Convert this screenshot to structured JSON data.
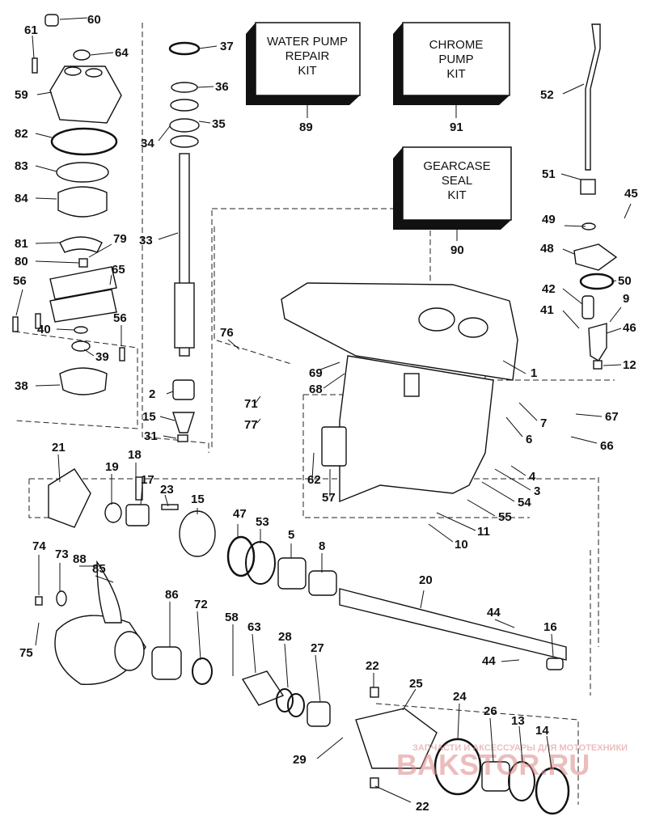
{
  "kits": [
    {
      "id": "water_pump",
      "lines": [
        "WATER PUMP",
        "REPAIR",
        "KIT"
      ],
      "number": "89"
    },
    {
      "id": "chrome_pump",
      "lines": [
        "CHROME",
        "PUMP",
        "KIT"
      ],
      "number": "91"
    },
    {
      "id": "gearcase_seal",
      "lines": [
        "GEARCASE",
        "SEAL",
        "KIT"
      ],
      "number": "90"
    }
  ],
  "part_numbers": [
    "60",
    "61",
    "64",
    "59",
    "82",
    "83",
    "84",
    "81",
    "79",
    "80",
    "65",
    "56",
    "40",
    "39",
    "56",
    "38",
    "37",
    "36",
    "34",
    "35",
    "33",
    "2",
    "15",
    "31",
    "76",
    "69",
    "68",
    "71",
    "77",
    "52",
    "51",
    "45",
    "49",
    "48",
    "50",
    "42",
    "9",
    "41",
    "46",
    "12",
    "1",
    "7",
    "67",
    "6",
    "66",
    "62",
    "57",
    "4",
    "3",
    "54",
    "55",
    "11",
    "10",
    "21",
    "19",
    "18",
    "17",
    "23",
    "15",
    "47",
    "53",
    "5",
    "8",
    "20",
    "74",
    "73",
    "88",
    "85",
    "75",
    "86",
    "72",
    "58",
    "63",
    "28",
    "27",
    "22",
    "25",
    "44",
    "16",
    "44",
    "24",
    "26",
    "13",
    "14",
    "29",
    "22"
  ],
  "watermark": {
    "line1": "ЗАПЧАСТИ И АКСЕССУАРЫ ДЛЯ МОТОТЕХНИКИ",
    "line2": "BAKSTOR.RU"
  }
}
